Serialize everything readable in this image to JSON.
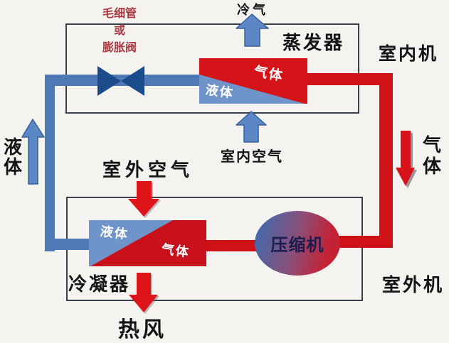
{
  "indoor": {
    "unit": "室内机",
    "evaporator": "蒸发器",
    "cold_air": "冷气",
    "air": "室内空气",
    "exchanger": {
      "gas": "气体",
      "liquid": "液体"
    }
  },
  "outdoor": {
    "unit": "室外机",
    "condenser": "冷凝器",
    "air": "室外空气",
    "hot_wind": "热风",
    "compressor": "压缩机",
    "exchanger": {
      "gas": "气体",
      "liquid": "液体"
    }
  },
  "expansion": {
    "line1": "毛细管",
    "line2": "或",
    "line3": "膨胀阀"
  },
  "flow": {
    "liquid": "液体",
    "gas": "气体"
  },
  "colors": {
    "background": "#f5f3ef",
    "box_border": "#39404c",
    "pipe_blue": "#4e79b5",
    "pipe_red": "#cf1218",
    "valve_blue": "#1d4c8d",
    "exchanger_blue": "#6e94c9",
    "exchanger_red_evaporator": "#d41419",
    "exchanger_red_condenser": "#c9111c",
    "arrow_blue": "#5b87c7",
    "arrow_blue_outline": "#38609c",
    "arrow_red": "#dd1418",
    "capillary_text": "#a93a42",
    "compressor_text": "#1c1c50",
    "compressor_gradient_left": "#4c66a6",
    "compressor_gradient_right": "#c52134",
    "label_text": "#141414",
    "exchanger_label_text": "#ffffff"
  }
}
